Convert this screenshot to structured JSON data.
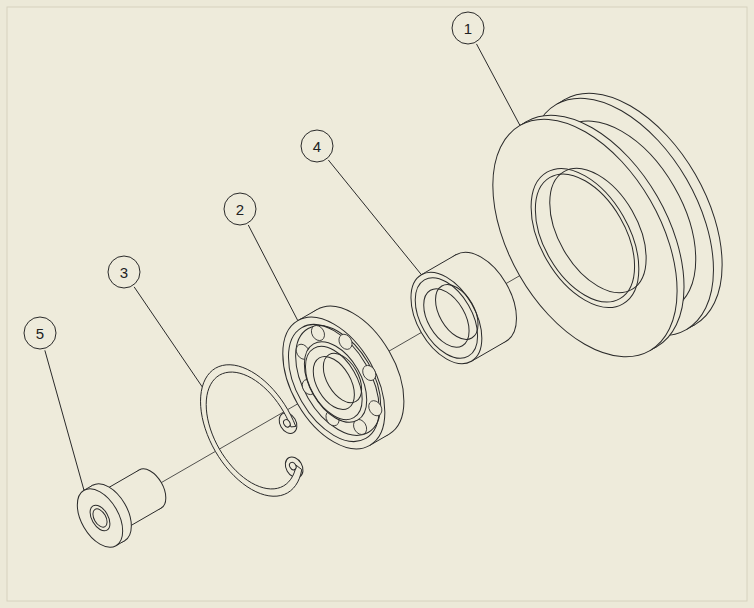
{
  "diagram": {
    "nodes": [
      {
        "text": [
          "1"
        ]
      },
      {
        "text": [
          "4"
        ]
      },
      {
        "text": [
          "2"
        ]
      },
      {
        "text": [
          "3"
        ]
      },
      {
        "text": [
          "5"
        ]
      }
    ]
  }
}
